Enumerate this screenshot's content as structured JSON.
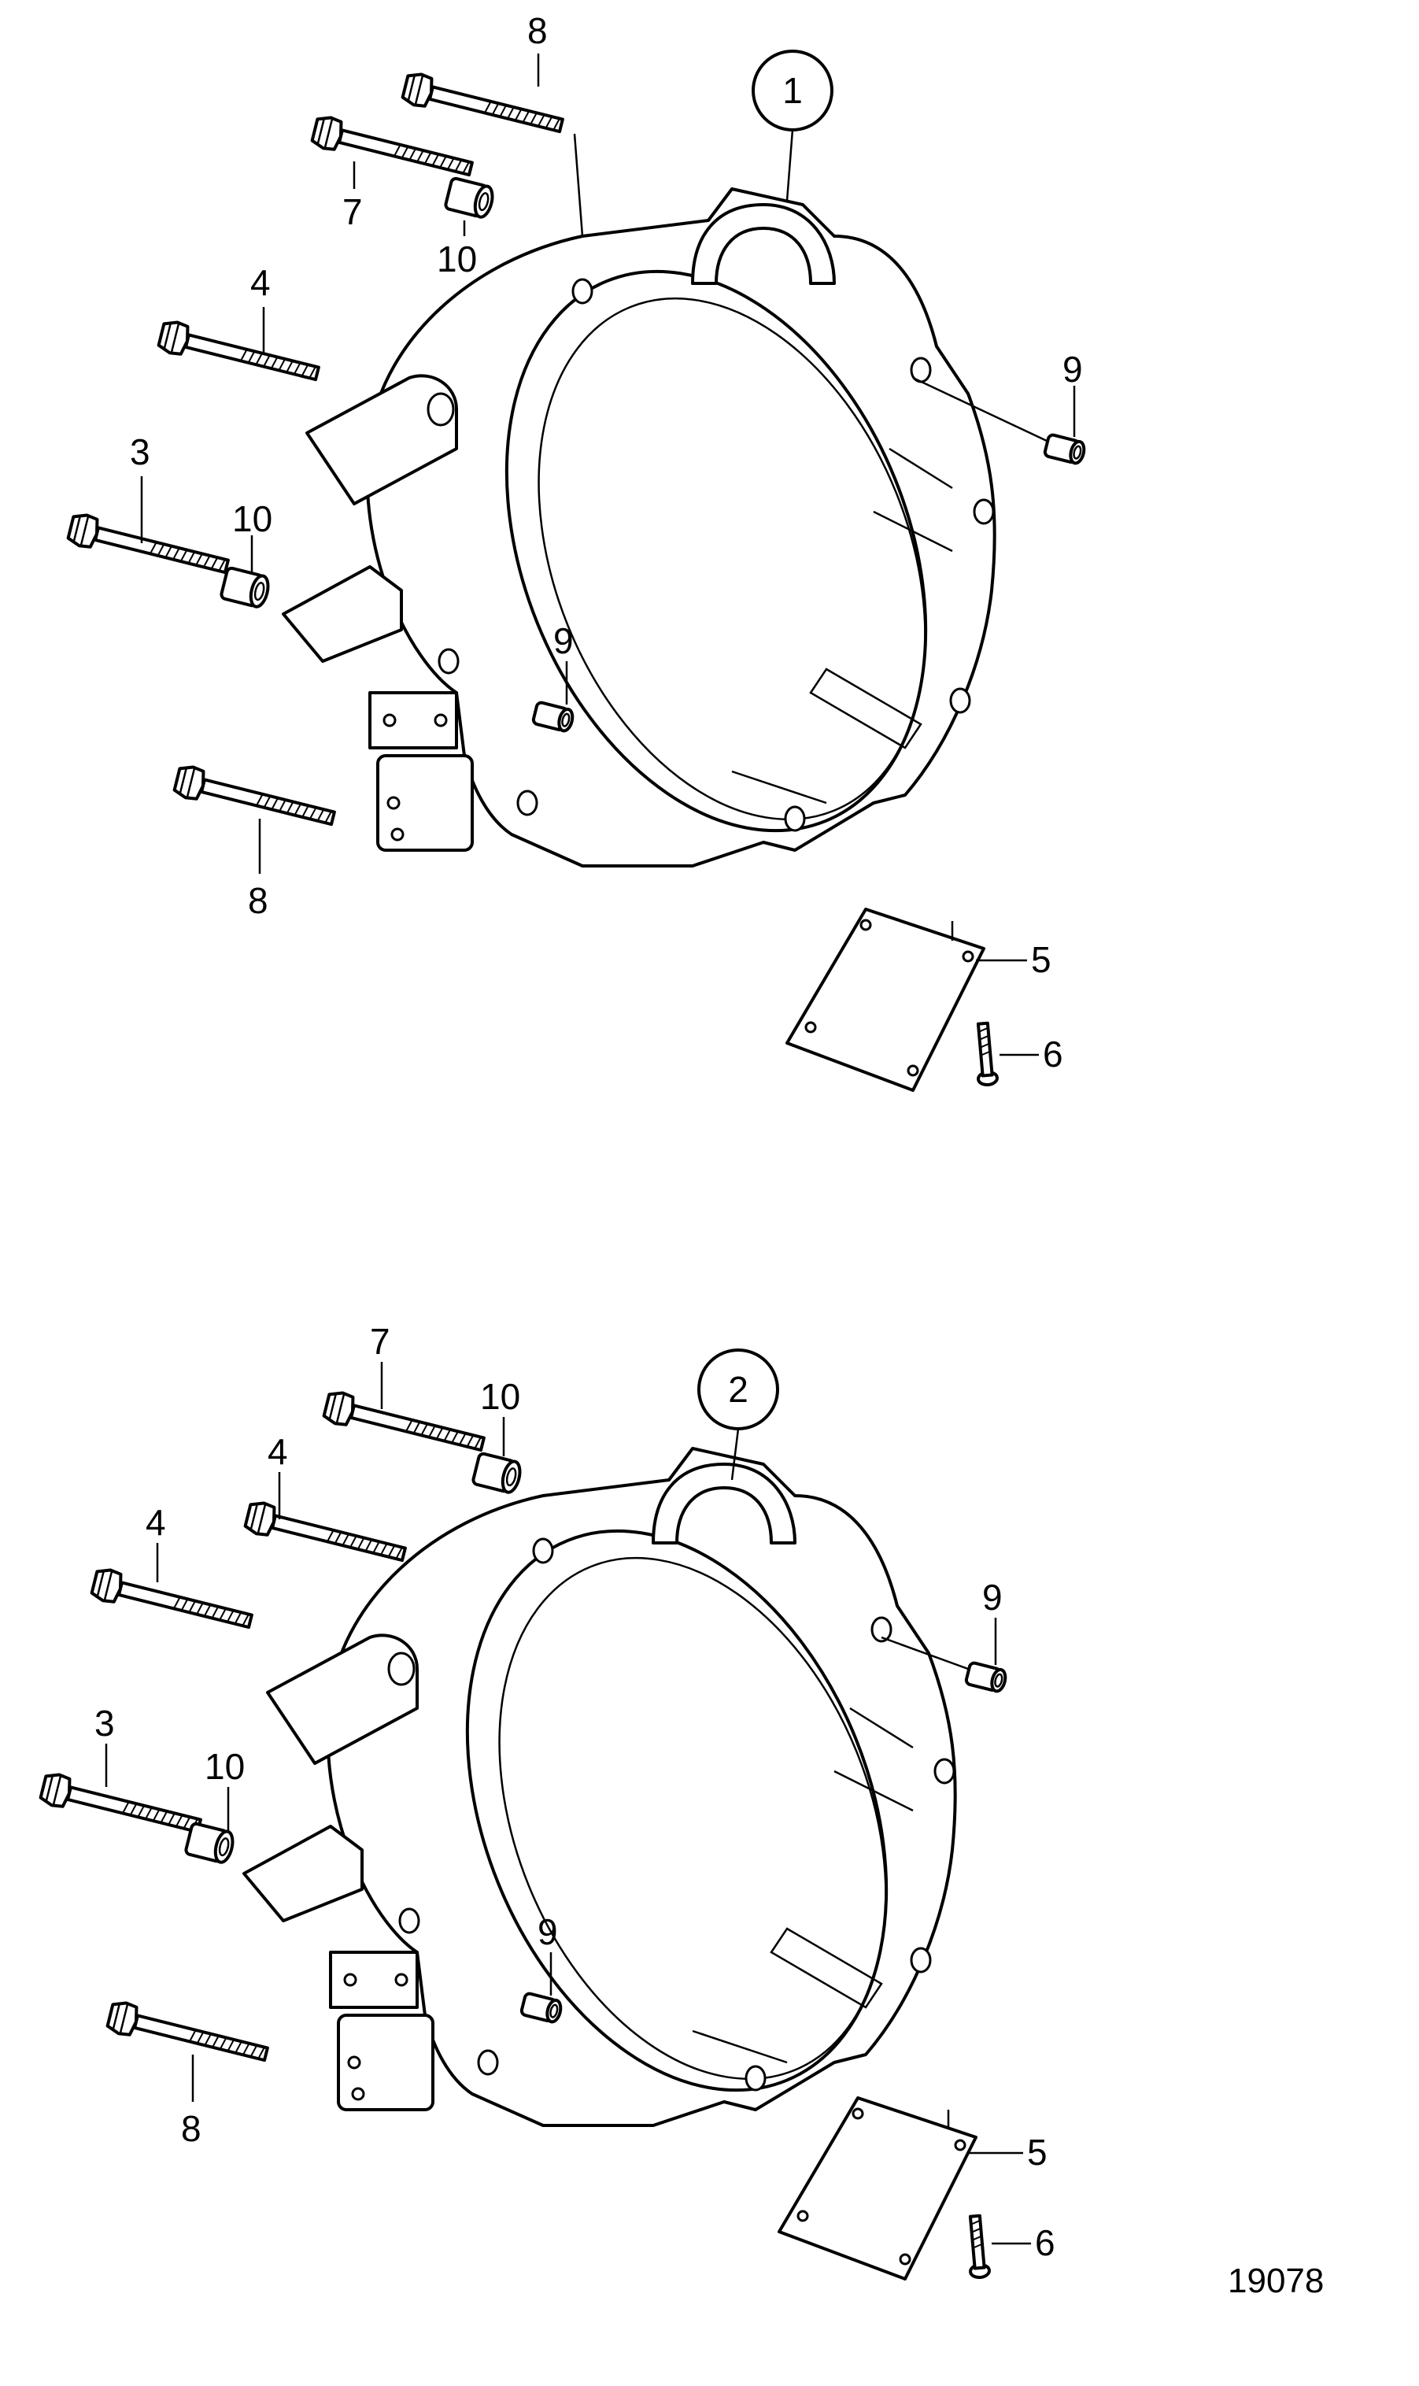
{
  "figure_number": "19078",
  "assemblies": [
    {
      "id": "1",
      "callouts": [
        "8",
        "7",
        "10",
        "4",
        "3",
        "10",
        "9",
        "9",
        "8",
        "5",
        "6"
      ]
    },
    {
      "id": "2",
      "callouts": [
        "7",
        "10",
        "4",
        "4",
        "3",
        "10",
        "9",
        "9",
        "8",
        "5",
        "6"
      ]
    }
  ]
}
